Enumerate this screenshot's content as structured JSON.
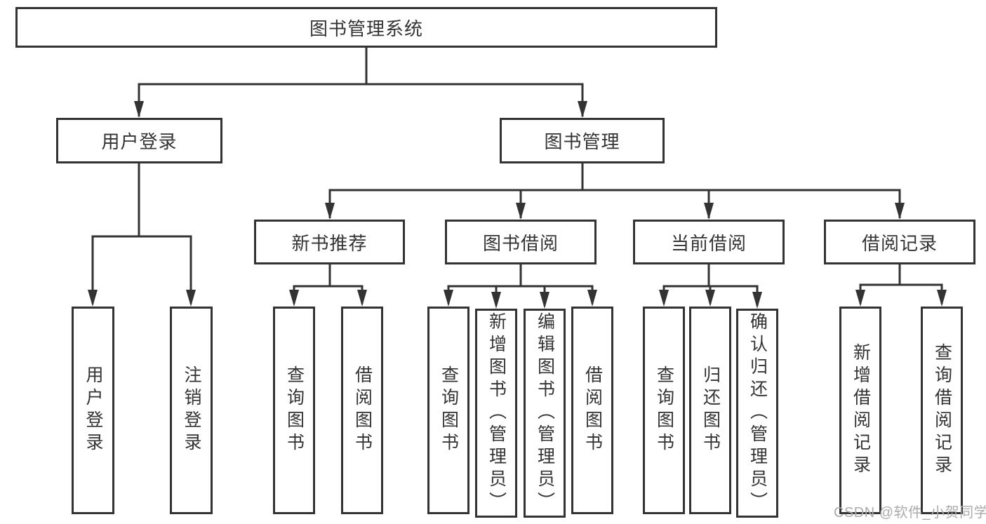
{
  "tree": {
    "root": {
      "label": "图书管理系统"
    },
    "branches": [
      {
        "label": "用户登录",
        "children": [
          {
            "label": "用户登录"
          },
          {
            "label": "注销登录"
          }
        ]
      },
      {
        "label": "图书管理",
        "sections": [
          {
            "label": "新书推荐",
            "children": [
              {
                "label": "查询图书"
              },
              {
                "label": "借阅图书"
              }
            ]
          },
          {
            "label": "图书借阅",
            "children": [
              {
                "label": "查询图书"
              },
              {
                "label": "新增图书（管理员）"
              },
              {
                "label": "编辑图书（管理员）"
              },
              {
                "label": "借阅图书"
              }
            ]
          },
          {
            "label": "当前借阅",
            "children": [
              {
                "label": "查询图书"
              },
              {
                "label": "归还图书"
              },
              {
                "label": "确认归还（管理员）"
              }
            ]
          },
          {
            "label": "借阅记录",
            "children": [
              {
                "label": "新增借阅记录"
              },
              {
                "label": "查询借阅记录"
              }
            ]
          }
        ]
      }
    ]
  },
  "watermark": {
    "text": "CSDN @软件_小贺同学"
  },
  "colors": {
    "line": "#333333",
    "box_border": "#333333",
    "text": "#333333",
    "watermark": "#ababab",
    "background": "#ffffff"
  }
}
